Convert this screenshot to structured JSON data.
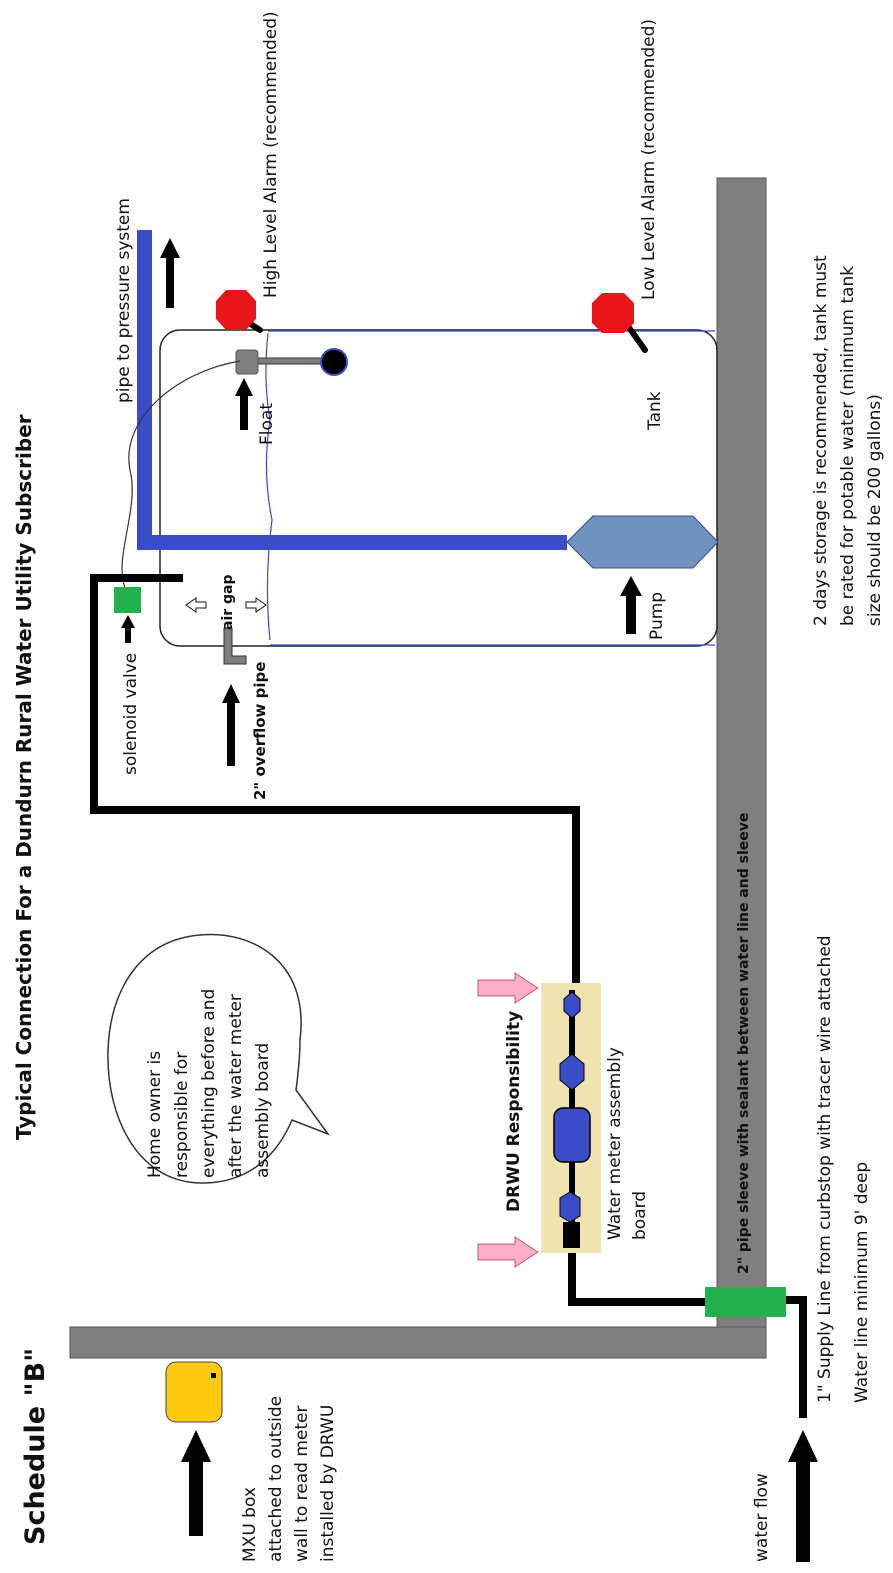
{
  "schedule_label": "Schedule \"B\"",
  "title": "Typical Connection For a Dundurn Rural Water Utility Subscriber",
  "labels": {
    "pipe_to_pressure": "pipe to pressure system",
    "high_alarm": "High Level Alarm (recommended)",
    "low_alarm": "Low Level Alarm (recommended)",
    "float": "Float",
    "tank": "Tank",
    "pump": "Pump",
    "air_gap": "air gap",
    "solenoid_valve": "solenoid valve",
    "overflow_pipe": "2\" overflow pipe",
    "drwu_responsibility": "DRWU Responsibility",
    "meter_board": [
      "Water meter assembly",
      "board"
    ],
    "pipe_sleeve": "2\" pipe sleeve with sealant between water line and sleeve",
    "supply_line": "1\" Supply Line from curbstop with tracer wire attached",
    "water_line_depth": "Water line minimum 9' deep",
    "water_flow": "water flow",
    "mxu_box": [
      "MXU box",
      "attached to outside",
      "wall to read meter",
      "installed by DRWU"
    ],
    "storage_note": [
      "2 days storage is recommended, tank must",
      "be rated for potable water (minimum tank",
      "size should be 200 gallons)"
    ],
    "bubble": [
      "Home owner is",
      "responsible for",
      "everything before and",
      "after the water meter",
      "assembly board"
    ]
  },
  "colors": {
    "pipe_blue": "#3b4cc8",
    "wall_gray": "#7f7f7f",
    "alarm_red": "#e8161b",
    "valve_green": "#22b14c",
    "mxu_yellow": "#ffc90e",
    "board_tan": "#efe4b0",
    "pump_blue": "#7092be",
    "arrow_pink": "#ffaec9"
  }
}
